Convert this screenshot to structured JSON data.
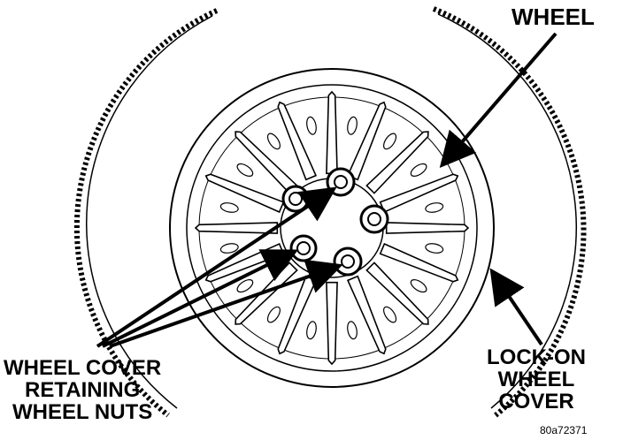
{
  "labels": {
    "wheel": "WHEEL",
    "wheel_cover_nuts": [
      "WHEEL COVER",
      "RETAINING",
      "WHEEL NUTS"
    ],
    "lock_on_cover": [
      "LOCK-ON",
      "WHEEL",
      "COVER"
    ]
  },
  "figure_code": "80a72371"
}
